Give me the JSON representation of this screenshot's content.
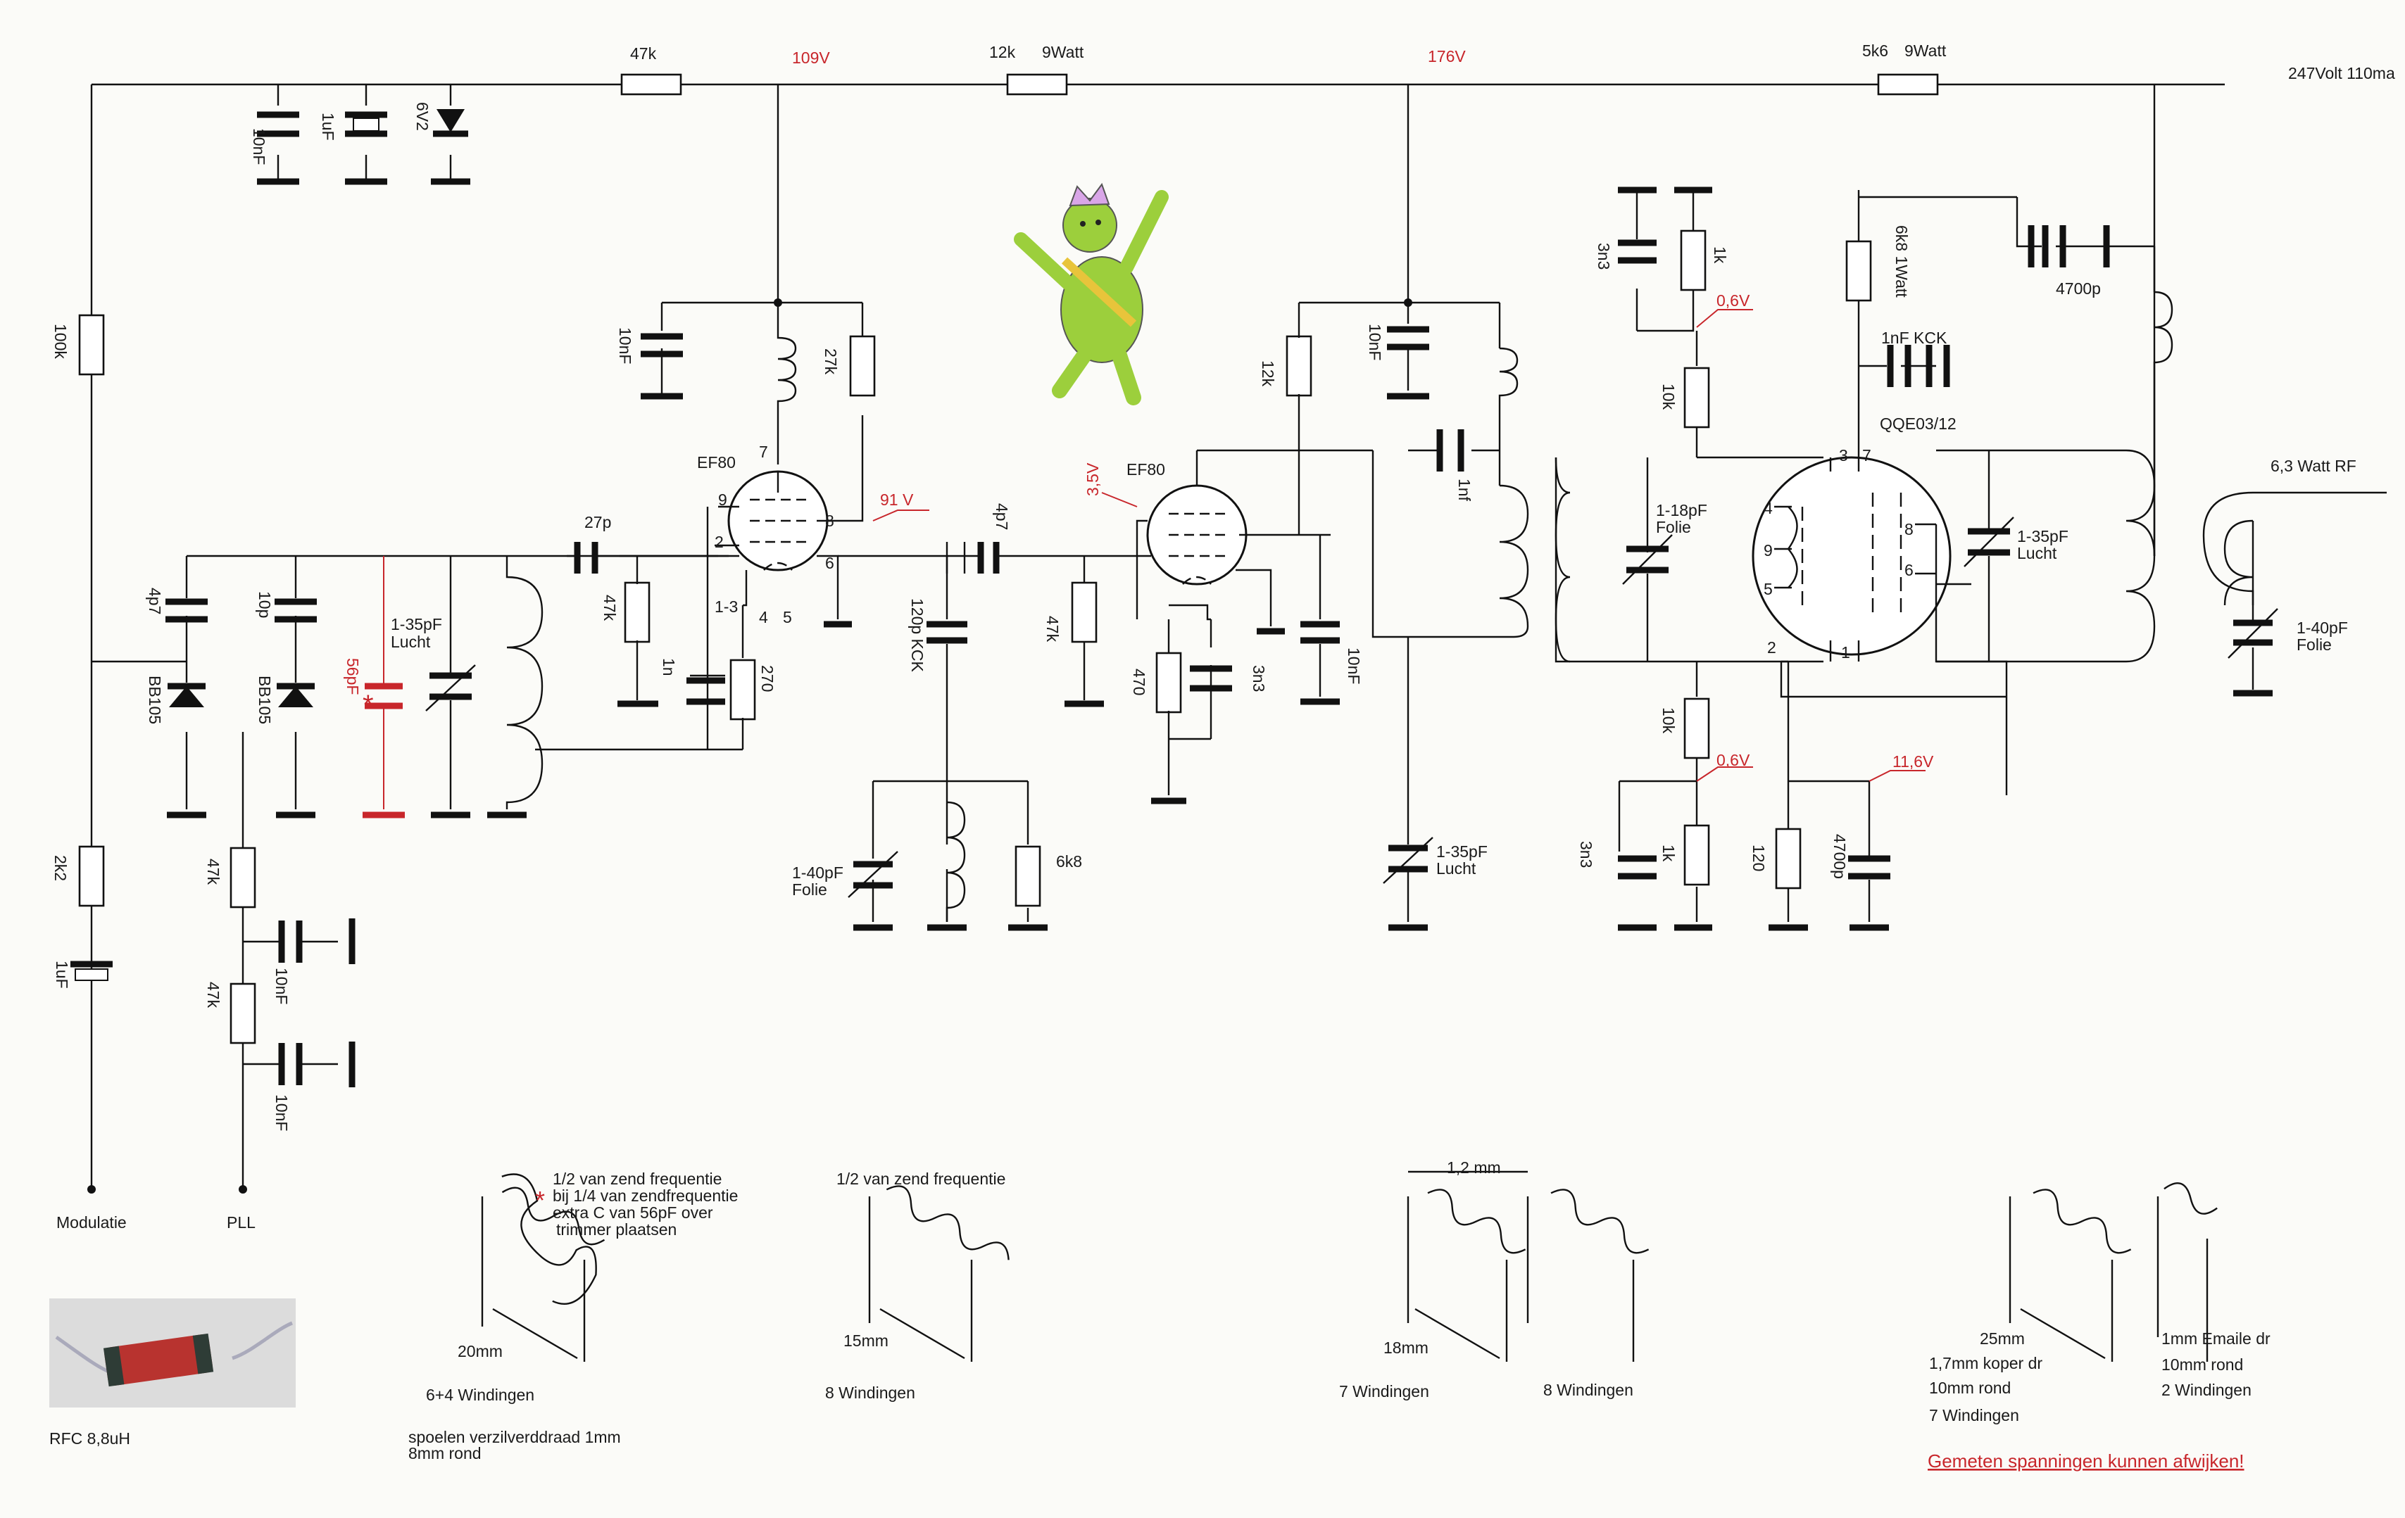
{
  "colors": {
    "line": "#111111",
    "measured": "#c8262b",
    "paper": "#fbfbf8",
    "mascot": "#9ccf3c"
  },
  "supply": {
    "label": "247Volt 110ma"
  },
  "labels": {
    "r47k_top": "47k",
    "r12k_top": "12k",
    "r12k_top_w": "9Watt",
    "r5k6_top": "5k6",
    "r5k6_top_w": "9Watt",
    "v109": "109V",
    "v176": "176V",
    "c10nF_a": "10nF",
    "c1uF_a": "1uF",
    "z6V2": "6V2",
    "r100k": "100k",
    "c4p7_a": "4p7",
    "c10p": "10p",
    "d1": "BB105",
    "d2": "BB105",
    "c56pF": "56pF",
    "star": "*",
    "trim1": "1-35pF",
    "trim1_sub": "Lucht",
    "c27p": "27p",
    "r47k_g1": "47k",
    "c1n": "1n",
    "r270": "270",
    "c10nF_b": "10nF",
    "r27k": "27k",
    "ef80_1": "EF80",
    "v91": "91 V",
    "pin7": "7",
    "pin9": "9",
    "pin2": "2",
    "pin8": "8",
    "pin6": "6",
    "pin13": "1-3",
    "pin4": "4",
    "pin5": "5",
    "c4p7_b": "4p7",
    "c120p": "120p KCK",
    "trim_folie1": "1-40pF",
    "trim_folie1_sub": "Folie",
    "r6k8": "6k8",
    "r47k_g2": "47k",
    "v35": "3,5V",
    "ef80_2": "EF80",
    "r470": "470",
    "c3n3_a": "3n3",
    "r12k_s": "12k",
    "c10nF_c": "10nF",
    "c10nF_d": "10nF",
    "c1nf": "1nf",
    "trim2": "1-35pF",
    "trim2_sub": "Lucht",
    "c3n3_b": "3n3",
    "r1k_a": "1k",
    "v06_a": "0,6V",
    "r10k_a": "10k",
    "r6k8_1w": "6k8 1Watt",
    "c1nF_kck": "1nF KCK",
    "qqe": "QQE03/12",
    "c4700p_a": "4700p",
    "trim3": "1-18pF",
    "trim3_sub": "Folie",
    "trim4": "1-35pF",
    "trim4_sub": "Lucht",
    "r10k_b": "10k",
    "v06_b": "0,6V",
    "v116": "11,6V",
    "c3n3_c": "3n3",
    "r1k_b": "1k",
    "r120": "120",
    "c4700p_b": "4700p",
    "out": "6,3 Watt RF",
    "trim5": "1-40pF",
    "trim5_sub": "Folie",
    "r2k2": "2k2",
    "c1uF_b": "1uF",
    "r47k_p1": "47k",
    "r47k_p2": "47k",
    "c10nF_p1": "10nF",
    "c10nF_p2": "10nF",
    "modulatie": "Modulatie",
    "pll": "PLL",
    "q_pin3": "3",
    "q_pin7": "7",
    "q_pin4": "4",
    "q_pin9": "9",
    "q_pin5": "5",
    "q_pin8": "8",
    "q_pin6": "6",
    "q_pin2": "2",
    "q_pin1": "1"
  },
  "coils": {
    "c1_line1": "1/2 van zend frequentie",
    "c1_star": "*",
    "c1_line2": "bij 1/4 van zendfrequentie",
    "c1_line3": "extra C van 56pF over",
    "c1_line4": "trimmer plaatsen",
    "c1_len": "20mm",
    "c1_turns": "6+4 Windingen",
    "c1_wire1": "spoelen verzilverddraad 1mm",
    "c1_wire2": "8mm rond",
    "c2_title": "1/2 van zend frequentie",
    "c2_len": "15mm",
    "c2_turns": "8 Windingen",
    "c3_gap": "1,2 mm",
    "c3_len": "18mm",
    "c3_turns_a": "7 Windingen",
    "c3_turns_b": "8 Windingen",
    "c4_len": "25mm",
    "c4_wire": "1,7mm  koper dr",
    "c4_dia": "10mm rond",
    "c4_turns": "7 Windingen",
    "c5_wire": "1mm Emaile dr",
    "c5_dia": "10mm rond",
    "c5_turns": "2 Windingen"
  },
  "rfc": {
    "label": "RFC 8,8uH"
  },
  "note": "Gemeten spanningen kunnen afwijken!"
}
